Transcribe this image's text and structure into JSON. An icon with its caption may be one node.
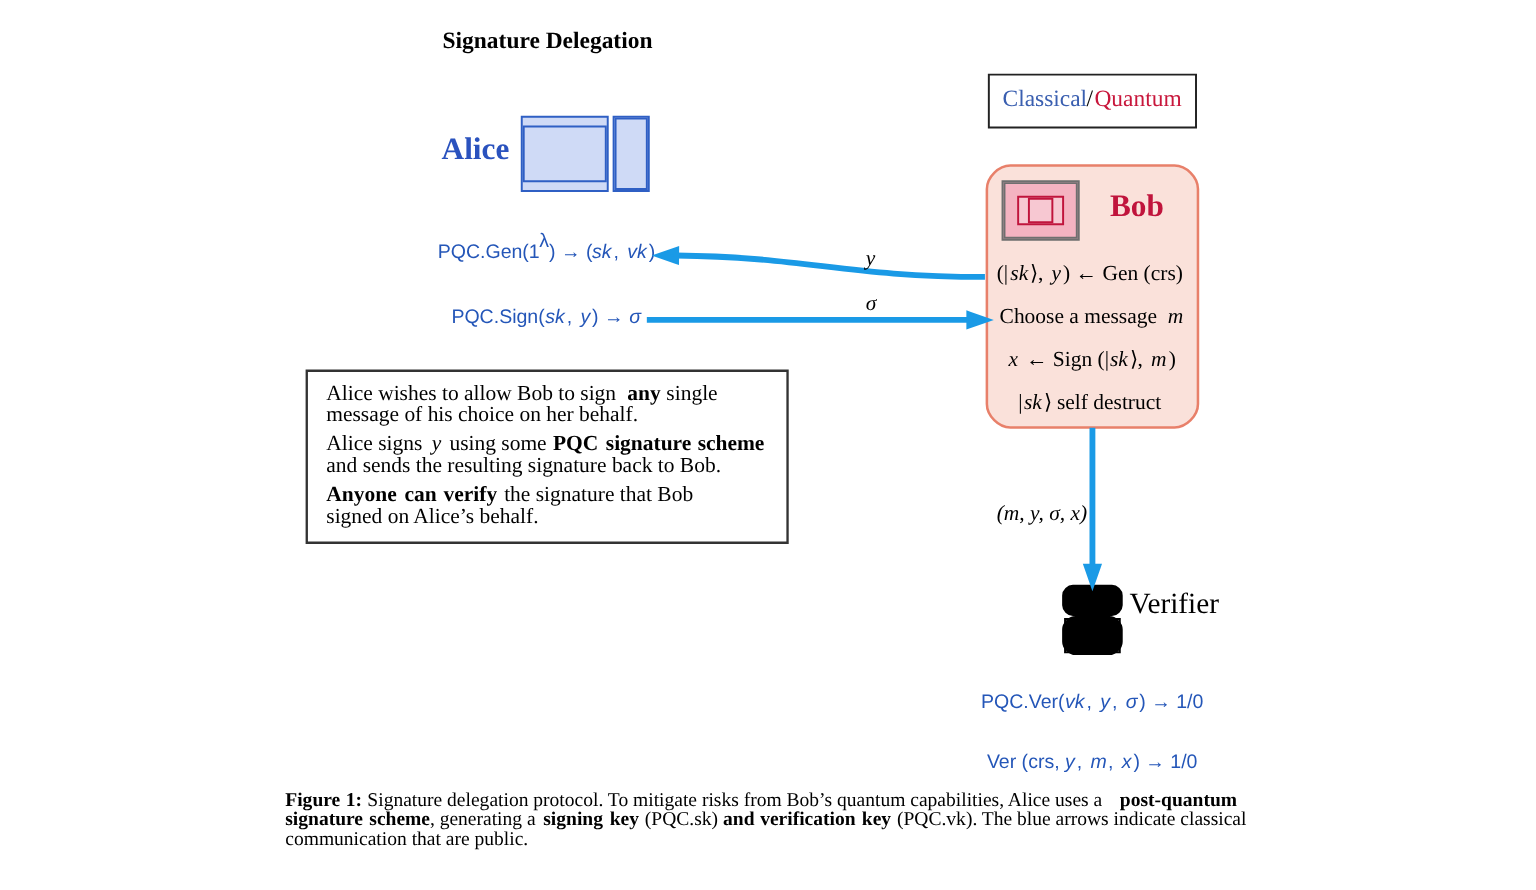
{
  "diagram": {
    "title": "Signature Delegation",
    "caption": "**Figure 1:** Signature delegation protocol. To mitigate risks from Bob’s quantum capabilities, Alice uses a **post-quantum signature scheme**, generating a **signing key** (PQC.sk) **and verification key** (PQC.vk). The blue arrows indicate classical communication that are public.",
    "nodes": [
      {
        "text": [
          "Bob",
          "(|*sk*⟩, *y*) ← Gen (crs)",
          "Choose a message *m*",
          "*x* ← Sign (|*sk*⟩, *m*)",
          "|*sk*⟩ self destruct"
        ]
      },
      {
        "text": [
          "PQC.Gen(1$^{λ}$) → (*sk*, *vk*)"
        ]
      },
      {
        "text": [
          "PQC.Sign(*sk*, *y*) → *σ*"
        ]
      },
      {
        "text": [
          "Alice wishes to allow Bob to sign **any** single message of his choice on her behalf.",
          "Alice signs *y* using some **PQC signature scheme** and sends the resulting signature back to Bob.",
          "**Anyone can verify** the signature that Bob signed on Alice’s behalf."
        ]
      },
      {
        "text": [],
        "shape": "person",
        "beside": [
          "Verifier"
        ]
      }
    ],
    "edges": [
      {
        "from": 0,
        "to": 1,
        "arrow": "to",
        "label": "y"
      },
      {
        "from": 2,
        "to": 0,
        "arrow": "to",
        "label": "σ"
      },
      {
        "from": 0,
        "to": 4,
        "arrow": "to",
        "label": "(m, y, σ, x)"
      }
    ],
    "labels": [
      "/",
      "Alice",
      "PQC.Ver(*vk*, *y*, *σ*) → 1/0",
      "Ver (crs, *y*, *m*, *x*) → 1/0"
    ],
    "legend": [
      {
        "text": "Classical",
        "color": "#3a5fb0"
      },
      {
        "text": "Quantum",
        "color": "#c8173c"
      }
    ]
  }
}
